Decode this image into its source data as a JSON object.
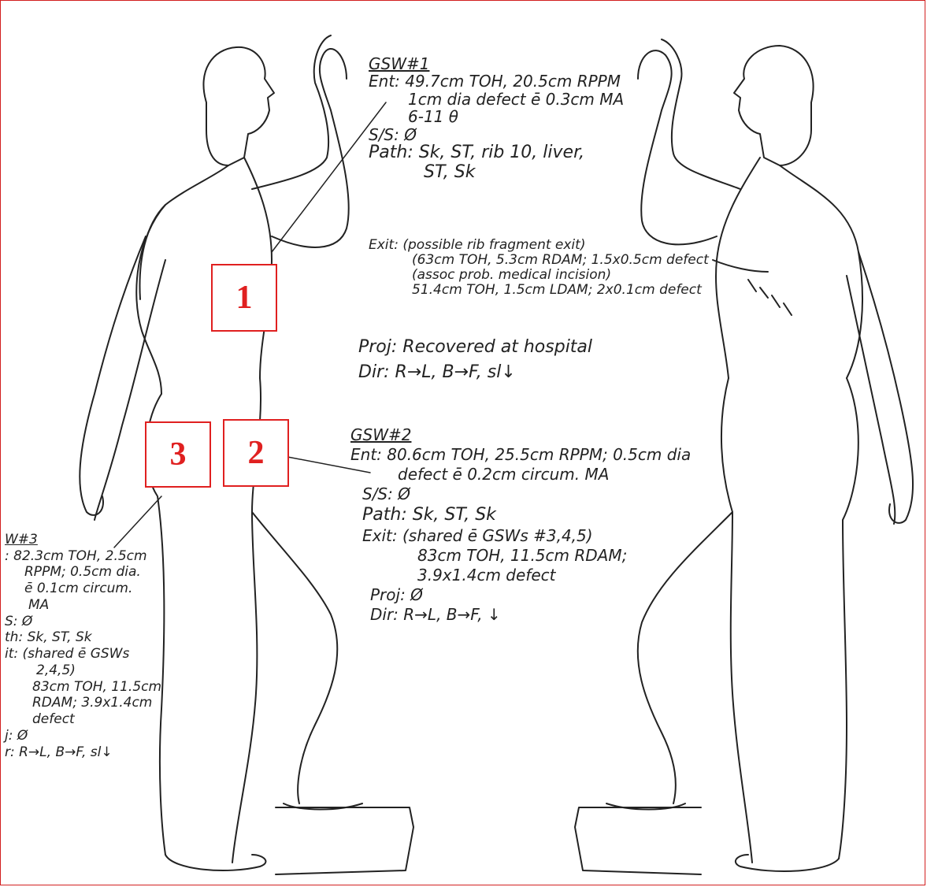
{
  "markers": [
    {
      "label": "1"
    },
    {
      "label": "2"
    },
    {
      "label": "3"
    }
  ],
  "notes": {
    "gsw1": {
      "title": "GSW#1",
      "ent": [
        "Ent: 49.7cm TOH, 20.5cm RPPM",
        "1cm dia defect ē 0.3cm MA",
        "6-11 θ"
      ],
      "ss": "S/S: Ø",
      "path": [
        "Path: Sk, ST, rib 10, liver,",
        "ST, Sk"
      ],
      "exit": [
        "Exit: (possible rib fragment exit)",
        "(63cm TOH, 5.3cm RDAM; 1.5x0.5cm defect",
        "(assoc prob. medical incision)",
        "51.4cm TOH, 1.5cm LDAM; 2x0.1cm defect"
      ],
      "proj": "Proj: Recovered at hospital",
      "dir": "Dir: R→L, B→F, sl↓"
    },
    "gsw2": {
      "title": "GSW#2",
      "ent": [
        "Ent: 80.6cm TOH, 25.5cm RPPM; 0.5cm dia",
        "defect ē 0.2cm circum. MA"
      ],
      "ss": "S/S: Ø",
      "path": [
        "Path: Sk, ST, Sk"
      ],
      "exit": [
        "Exit: (shared ē GSWs #3,4,5)",
        "83cm TOH, 11.5cm RDAM;",
        "3.9x1.4cm defect"
      ],
      "proj": "Proj: Ø",
      "dir": "Dir: R→L, B→F, ↓"
    },
    "gsw3": {
      "title": "W#3",
      "ent": [
        ": 82.3cm TOH, 2.5cm",
        "RPPM; 0.5cm dia.",
        "ē 0.1cm circum.",
        "MA"
      ],
      "ss": "S: Ø",
      "path": [
        "th: Sk, ST, Sk"
      ],
      "exit": [
        "it: (shared ē GSWs",
        "2,4,5)",
        "83cm TOH, 11.5cm",
        "RDAM; 3.9x1.4cm",
        "defect"
      ],
      "proj": "j: Ø",
      "dir": "r: R→L, B→F, sl↓"
    }
  },
  "colors": {
    "frame": "#d21f1f",
    "marker": "#e02020",
    "ink": "#222222"
  }
}
